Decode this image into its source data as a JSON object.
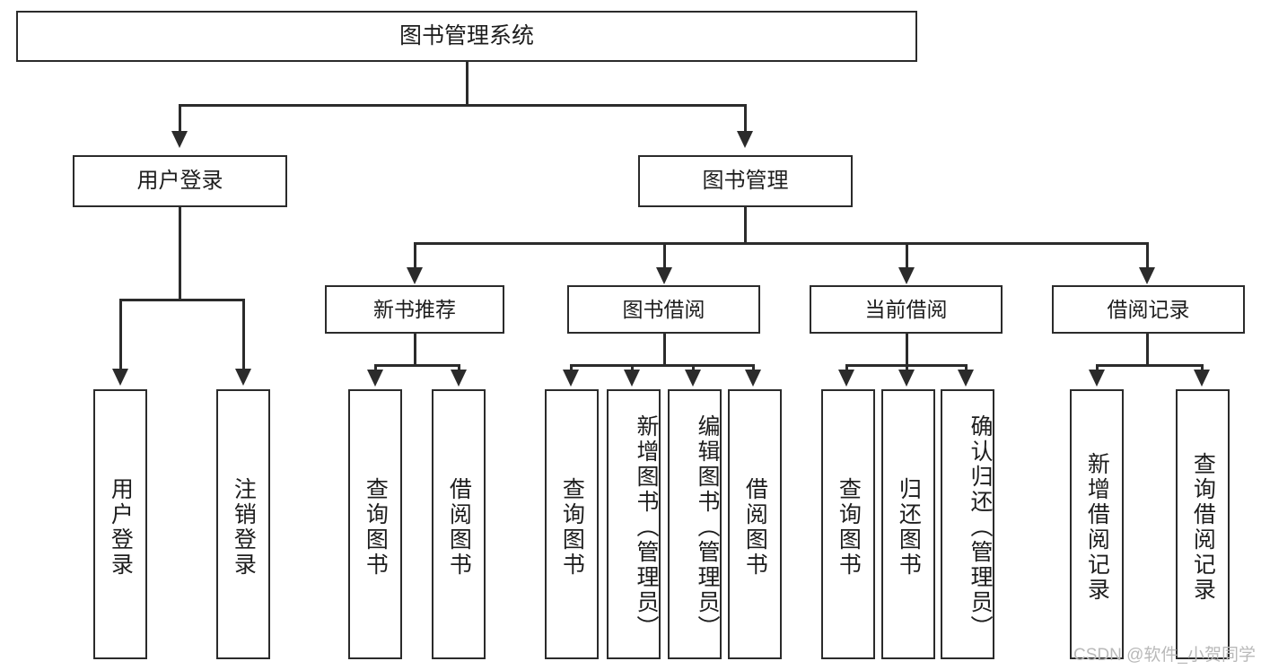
{
  "diagram": {
    "title": "图书管理系统",
    "type": "tree-hierarchy",
    "root": {
      "label": "图书管理系统"
    },
    "level2": [
      {
        "label": "用户登录"
      },
      {
        "label": "图书管理"
      }
    ],
    "level3": [
      {
        "label": "新书推荐"
      },
      {
        "label": "图书借阅"
      },
      {
        "label": "当前借阅"
      },
      {
        "label": "借阅记录"
      }
    ],
    "leaves": {
      "user_login": [
        {
          "label": "用户登录"
        },
        {
          "label": "注销登录"
        }
      ],
      "new_book_recommend": [
        {
          "label": "查询图书"
        },
        {
          "label": "借阅图书"
        }
      ],
      "book_borrow": [
        {
          "label": "查询图书"
        },
        {
          "label": "新增图书（管理员）"
        },
        {
          "label": "编辑图书（管理员）"
        },
        {
          "label": "借阅图书"
        }
      ],
      "current_borrow": [
        {
          "label": "查询图书"
        },
        {
          "label": "归还图书"
        },
        {
          "label": "确认归还（管理员）"
        }
      ],
      "borrow_record": [
        {
          "label": "新增借阅记录"
        },
        {
          "label": "查询借阅记录"
        }
      ]
    }
  },
  "watermark": {
    "text": "CSDN @软件_小贺同学"
  },
  "colors": {
    "line": "#2b2b2b",
    "text": "#1d1d1d",
    "background": "#ffffff",
    "watermark": "#b9b9b9"
  }
}
